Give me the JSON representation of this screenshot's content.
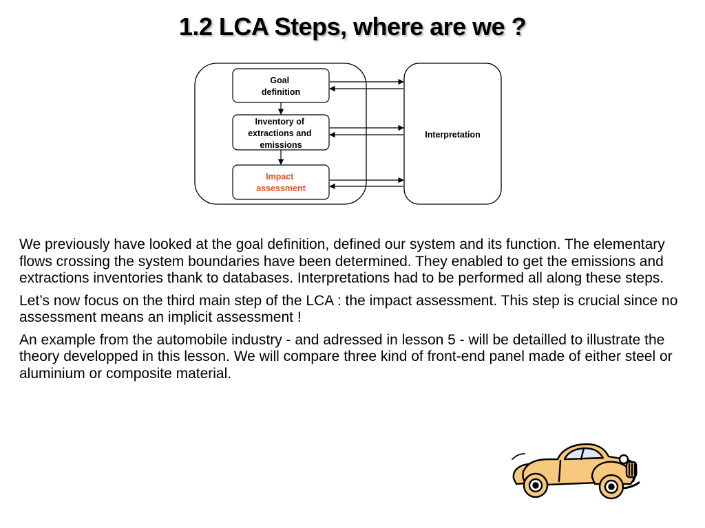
{
  "slide": {
    "title": "1.2 LCA Steps, where are we ?"
  },
  "diagram": {
    "steps": [
      {
        "lines": [
          "Goal",
          "definition"
        ],
        "color": "#000000"
      },
      {
        "lines": [
          "Inventory of",
          "extractions and",
          "emissions"
        ],
        "color": "#000000"
      },
      {
        "lines": [
          "Impact",
          "assessment"
        ],
        "color": "#e8501a"
      }
    ],
    "interpretation": "Interpretation"
  },
  "body": {
    "paragraphs": [
      "We previously have looked at the goal definition, defined our system and its function. The elementary flows crossing the system boundaries have been determined. They enabled to get the emissions and extractions inventories thank to databases. Interpretations had to be performed all along these steps.",
      "Let’s now focus on the third main step of the LCA : the impact assessment. This step is crucial since no assessment means an implicit assessment !",
      "An example from the automobile industry - and adressed in lesson 5 - will be detailled to illustrate the theory developped in this lesson. We will compare three kind of front-end panel made of either steel or aluminium or composite material."
    ]
  },
  "clipart": {
    "icon": "vintage-car-icon",
    "body_color": "#f7c97e",
    "outline_color": "#000000"
  }
}
